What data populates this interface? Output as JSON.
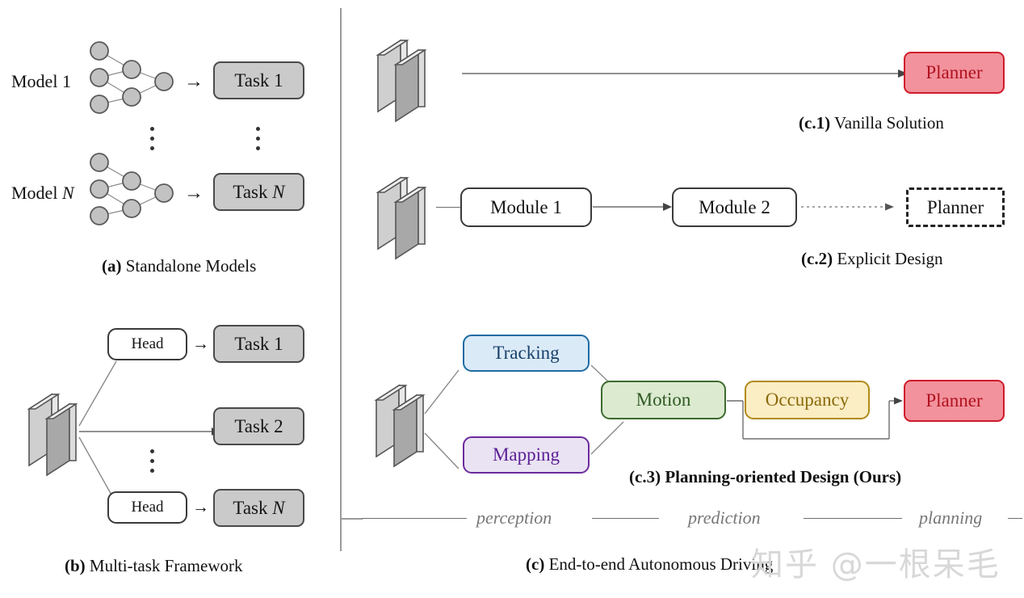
{
  "figure": {
    "watermark": "知乎 @一根呆毛"
  },
  "panel_a": {
    "caption_prefix": "(a)",
    "caption_text": "Standalone Models",
    "rows": [
      {
        "model_label": "Model 1",
        "task_label": "Task 1",
        "arrow": "→"
      },
      {
        "model_label": "Model N",
        "task_label": "Task N",
        "arrow": "→"
      }
    ],
    "network": {
      "layers": [
        3,
        2,
        1
      ],
      "node_fill": "#c2c2c2",
      "node_stroke": "#5a5a5a"
    }
  },
  "panel_b": {
    "caption_prefix": "(b)",
    "caption_text": "Multi-task Framework",
    "backbone_icon": "backbone-slabs-icon",
    "branches": [
      {
        "head_label": "Head",
        "task_label": "Task 1",
        "arrow": "→"
      },
      {
        "head_label": "",
        "task_label": "Task 2",
        "arrow": "→"
      },
      {
        "head_label": "Head",
        "task_label": "Task N",
        "arrow": "→"
      }
    ]
  },
  "panel_c": {
    "caption_prefix": "(c)",
    "caption_text": "End-to-end Autonomous Driving",
    "stage_labels": [
      "perception",
      "prediction",
      "planning"
    ],
    "c1": {
      "caption_prefix": "(c.1)",
      "caption_text": "Vanilla Solution",
      "planner_label": "Planner",
      "backbone_icon": "backbone-slabs-icon"
    },
    "c2": {
      "caption_prefix": "(c.2)",
      "caption_text": "Explicit Design",
      "module1_label": "Module 1",
      "module2_label": "Module 2",
      "planner_label": "Planner",
      "backbone_icon": "backbone-slabs-icon"
    },
    "c3": {
      "caption_prefix": "(c.3)",
      "caption_text": "Planning-oriented Design (Ours)",
      "tracking_label": "Tracking",
      "mapping_label": "Mapping",
      "motion_label": "Motion",
      "occupancy_label": "Occupancy",
      "planner_label": "Planner",
      "backbone_icon": "backbone-slabs-icon"
    }
  },
  "colors": {
    "task_fill": "#cacaca",
    "task_stroke": "#4a4a4a",
    "planner_fill": "#f2929c",
    "planner_stroke": "#cf1b2b",
    "planner_text": "#b01220",
    "tracking_fill": "#dbeaf7",
    "tracking_stroke": "#1d6ba4",
    "mapping_fill": "#eae3f3",
    "mapping_stroke": "#6b2b9e",
    "motion_fill": "#dcead0",
    "motion_stroke": "#3d6b2e",
    "occupancy_fill": "#fbedc4",
    "occupancy_stroke": "#b08b16",
    "line": "#6e6e6e",
    "divider": "#9a9a9a"
  }
}
